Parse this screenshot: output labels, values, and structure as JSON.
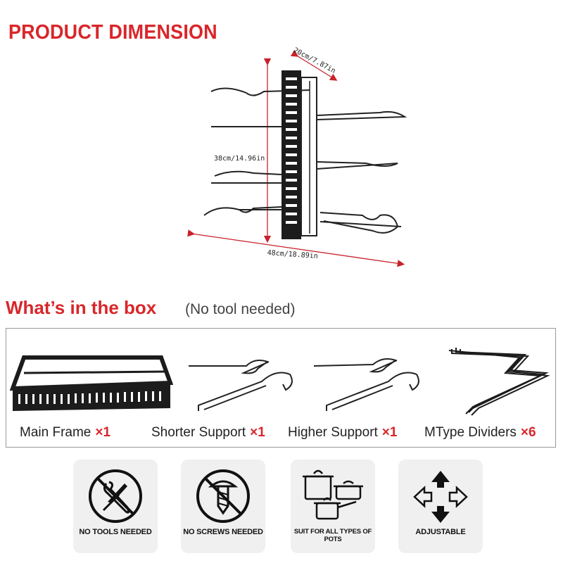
{
  "header": {
    "title": "PRODUCT DIMENSION"
  },
  "dimensions": {
    "depth": "20cm/7.87in",
    "height": "38cm/14.96in",
    "width": "48cm/18.89in"
  },
  "box_section": {
    "heading": "What’s in the box",
    "subheading": "(No tool needed)",
    "items": [
      {
        "label": "Main Frame",
        "qty": "×1",
        "icon": "main-frame-image"
      },
      {
        "label": "Shorter Support",
        "qty": "×1",
        "icon": "shorter-support-image"
      },
      {
        "label": "Higher Support",
        "qty": "×1",
        "icon": "higher-support-image"
      },
      {
        "label": "MType Dividers",
        "qty": "×6",
        "icon": "mtype-divider-image"
      }
    ]
  },
  "features": [
    {
      "label": "NO TOOLS NEEDED",
      "icon": "no-tools-icon"
    },
    {
      "label": "NO SCREWS NEEDED",
      "icon": "no-screws-icon"
    },
    {
      "label": "SUIT FOR ALL TYPES OF POTS",
      "icon": "pots-icon"
    },
    {
      "label": "ADJUSTABLE",
      "icon": "adjustable-arrows-icon"
    }
  ],
  "colors": {
    "accent": "#d9262a",
    "dark": "#1a1a1a",
    "panel": "#f0f0f0",
    "border": "#9a9a9a"
  }
}
